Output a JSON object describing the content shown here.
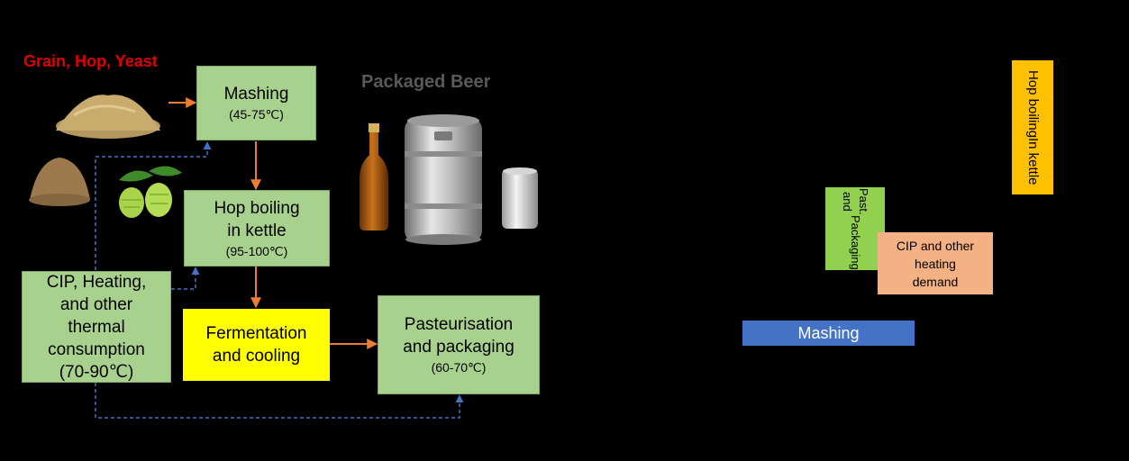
{
  "diagram": {
    "ingredients_label": "Grain, Hop, Yeast",
    "packaged_label": "Packaged Beer",
    "mashing": {
      "title": "Mashing",
      "temp": "(45-75℃)"
    },
    "hop_boiling": {
      "line1": "Hop boiling",
      "line2": "in kettle",
      "temp": "(95-100℃)"
    },
    "cip": {
      "line1": "CIP, Heating,",
      "line2": "and other",
      "line3": "thermal",
      "line4": "consumption",
      "line5": "(70-90℃)"
    },
    "fermentation": {
      "line1": "Fermentation",
      "line2": "and cooling"
    },
    "pasteurisation": {
      "line1": "Pasteurisation",
      "line2": "and packaging",
      "temp": "(60-70℃)"
    }
  },
  "right_panel": {
    "hop": {
      "line1": "Hop boiling",
      "line2": "In kettle"
    },
    "past": {
      "line1": "Past. and",
      "line2": "Packaging"
    },
    "cip": {
      "line1": "CIP and other",
      "line2": "heating",
      "line3": "demand"
    },
    "mashing": "Mashing"
  },
  "colors": {
    "process_box": "#a9d18e",
    "fermentation": "#ffff00",
    "arrow": "#ed7d31",
    "dashed": "#4472c4",
    "hop_bar": "#ffc000",
    "past_bar": "#92d050",
    "cip_bar": "#f4b183",
    "mashing_bar": "#4472c4"
  },
  "icons": [
    "grain-pile-icon",
    "malt-pile-icon",
    "hop-cone-icon",
    "beer-bottle-icon",
    "beer-keg-icon",
    "beer-can-icon"
  ]
}
